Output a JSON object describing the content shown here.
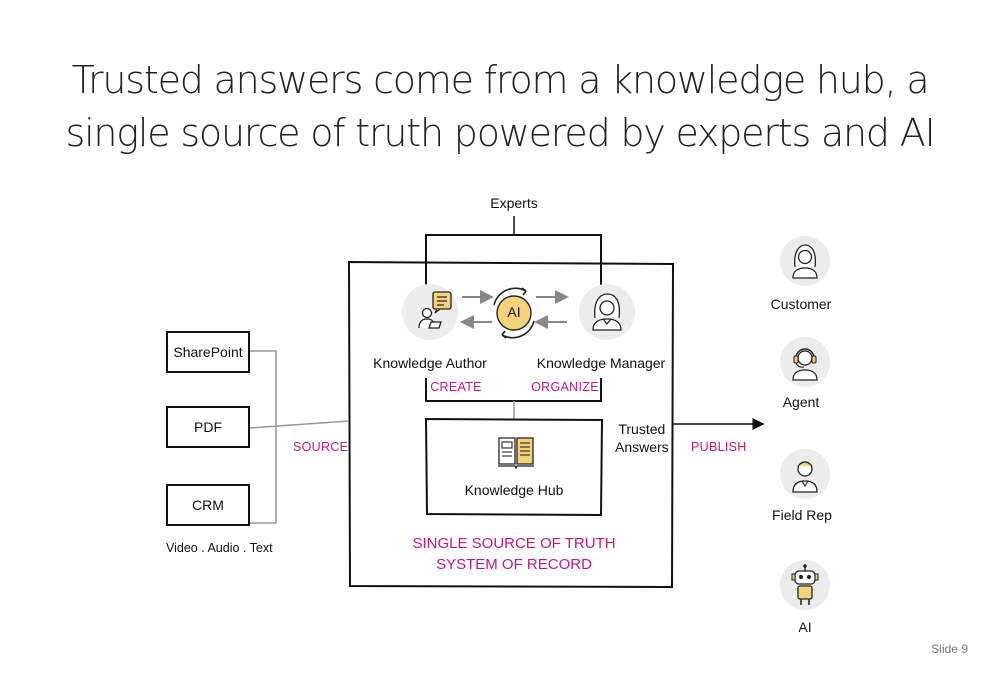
{
  "title": {
    "line1": "Trusted answers come from a knowledge hub, a",
    "line2": "single source of truth powered by experts and AI"
  },
  "experts_label": "Experts",
  "sources": {
    "items": [
      "SharePoint",
      "PDF",
      "CRM"
    ],
    "caption": "Video . Audio . Text",
    "flow_label": "SOURCE"
  },
  "center": {
    "ai_label": "AI",
    "author_label": "Knowledge Author",
    "manager_label": "Knowledge Manager",
    "create_label": "CREATE",
    "organize_label": "ORGANIZE",
    "hub_label": "Knowledge Hub",
    "truth_line1": "SINGLE SOURCE OF TRUTH",
    "truth_line2": "SYSTEM OF RECORD"
  },
  "output": {
    "trusted_line1": "Trusted",
    "trusted_line2": "Answers",
    "publish_label": "PUBLISH"
  },
  "audiences": [
    "Customer",
    "Agent",
    "Field Rep",
    "AI"
  ],
  "icons": {
    "author": "person-laptop-icon",
    "manager": "woman-avatar-icon",
    "hub": "open-book-icon",
    "customer": "woman-avatar-icon",
    "agent": "headset-agent-icon",
    "field_rep": "person-avatar-icon",
    "ai": "robot-icon"
  },
  "colors": {
    "accent": "#c4157e",
    "ai_circle": "#f6d37a",
    "icon_bg": "#ececec"
  },
  "footer": {
    "slide": "Slide 9"
  }
}
